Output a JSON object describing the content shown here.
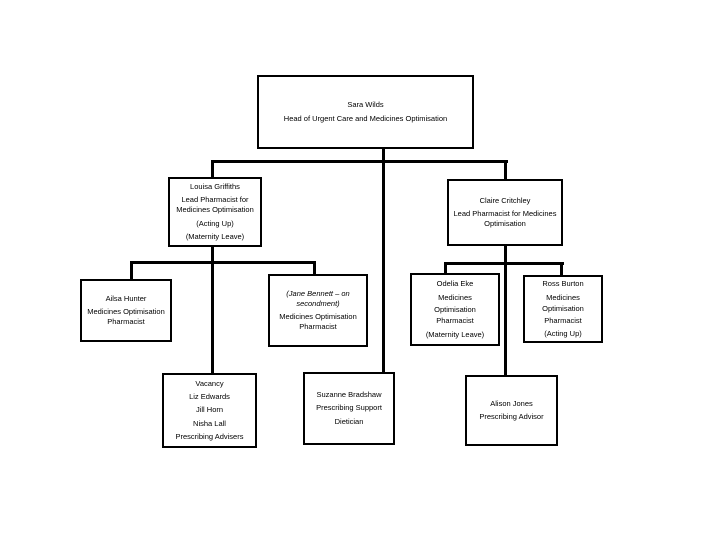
{
  "slide": {
    "colors": {
      "background": "#ffffff",
      "box_border": "#000000",
      "box_fill": "#ffffff",
      "text": "#000000",
      "connector": "#000000"
    },
    "boxes": {
      "sara": {
        "paragraphs": [
          {
            "text": "Sara Wilds"
          },
          {
            "text": "Head of Urgent Care and Medicines Optimisation"
          }
        ]
      },
      "louisa": {
        "paragraphs": [
          {
            "text": "Louisa Griffiths"
          },
          {
            "text": "Lead Pharmacist for\nMedicines Optimisation"
          },
          {
            "text": "(Acting Up)"
          },
          {
            "text": "(Maternity Leave)"
          }
        ]
      },
      "claire": {
        "paragraphs": [
          {
            "text": "Claire Critchley"
          },
          {
            "text": "Lead Pharmacist for Medicines\nOptimisation"
          }
        ]
      },
      "ailsa": {
        "paragraphs": [
          {
            "text": "Ailsa Hunter"
          },
          {
            "text": "Medicines Optimisation\nPharmacist"
          }
        ]
      },
      "jane": {
        "paragraphs": [
          {
            "text": "(Jane Bennett – on\nsecondment)",
            "italic": true
          },
          {
            "text": "Medicines Optimisation\nPharmacist"
          }
        ]
      },
      "odelia": {
        "paragraphs": [
          {
            "text": "Odelia Eke"
          },
          {
            "text": "Medicines\nOptimisation\nPharmacist"
          },
          {
            "text": "(Maternity Leave)"
          }
        ]
      },
      "ross": {
        "paragraphs": [
          {
            "text": "Ross Burton"
          },
          {
            "text": "Medicines\nOptimisation\nPharmacist"
          },
          {
            "text": "(Acting Up)"
          }
        ]
      },
      "vacancy": {
        "paragraphs": [
          {
            "text": "Vacancy"
          },
          {
            "text": "Liz Edwards"
          },
          {
            "text": "Jill Horn"
          },
          {
            "text": "Nisha Lall"
          },
          {
            "text": "Prescribing Advisers"
          }
        ]
      },
      "suzanne": {
        "paragraphs": [
          {
            "text": "Suzanne Bradshaw"
          },
          {
            "text": "Prescribing Support"
          },
          {
            "text": "Dietician"
          }
        ]
      },
      "alison": {
        "paragraphs": [
          {
            "text": "Alison Jones"
          },
          {
            "text": "Prescribing Advisor"
          }
        ]
      }
    }
  }
}
